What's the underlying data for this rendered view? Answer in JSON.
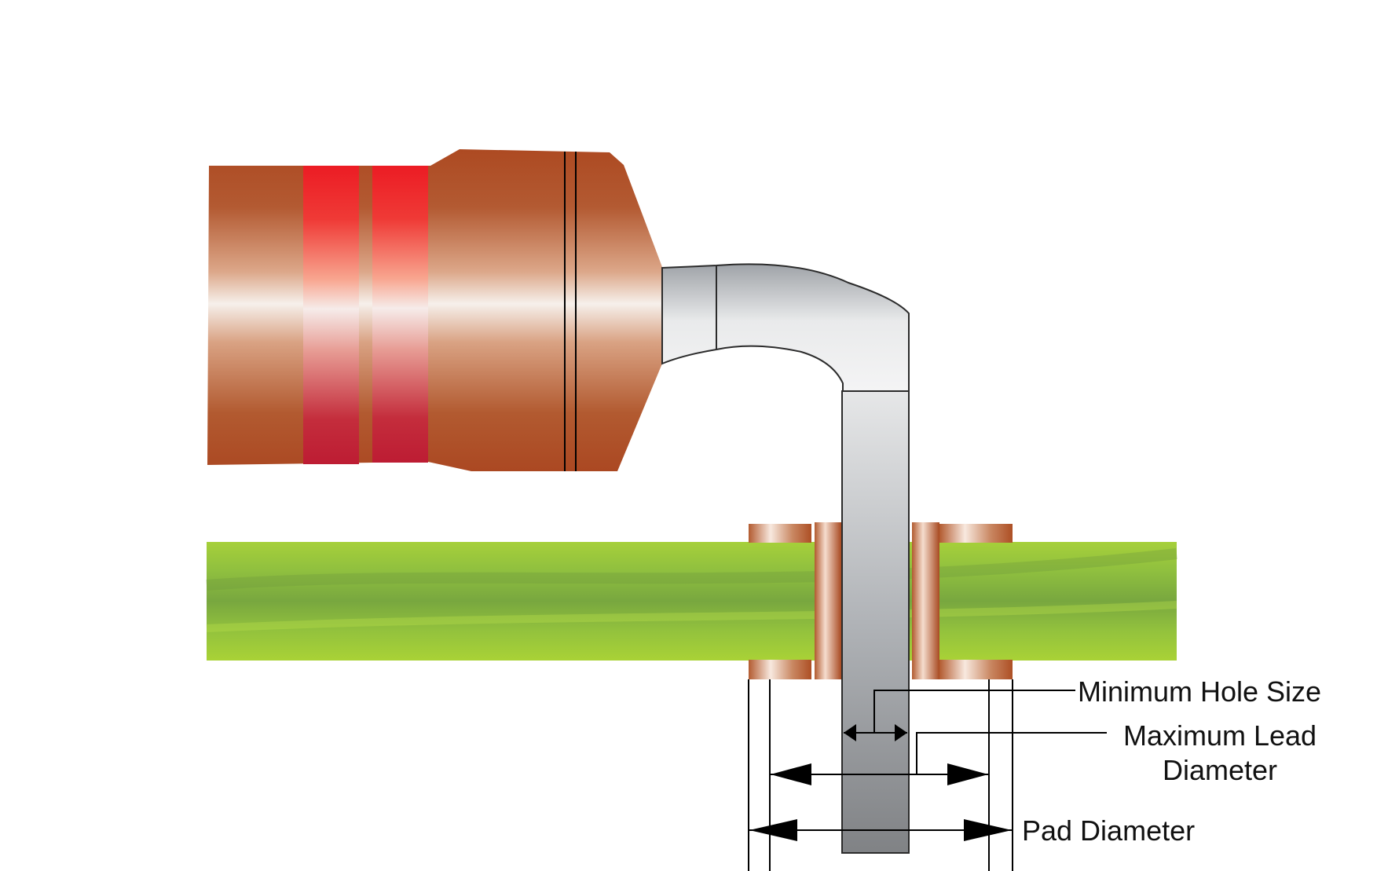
{
  "labels": {
    "minimum_hole_size": "Minimum Hole Size",
    "maximum_lead_line1": "Maximum Lead",
    "maximum_lead_line2": "Diameter",
    "pad_diameter": "Pad Diameter"
  },
  "colors": {
    "component_body": "#b04f26",
    "color_band": "#ec1c24",
    "lead_metal": "#b9bcc0",
    "pcb_board": "#a6cf3a",
    "copper_pad": "#b86440",
    "dimension_lines": "#000000"
  }
}
